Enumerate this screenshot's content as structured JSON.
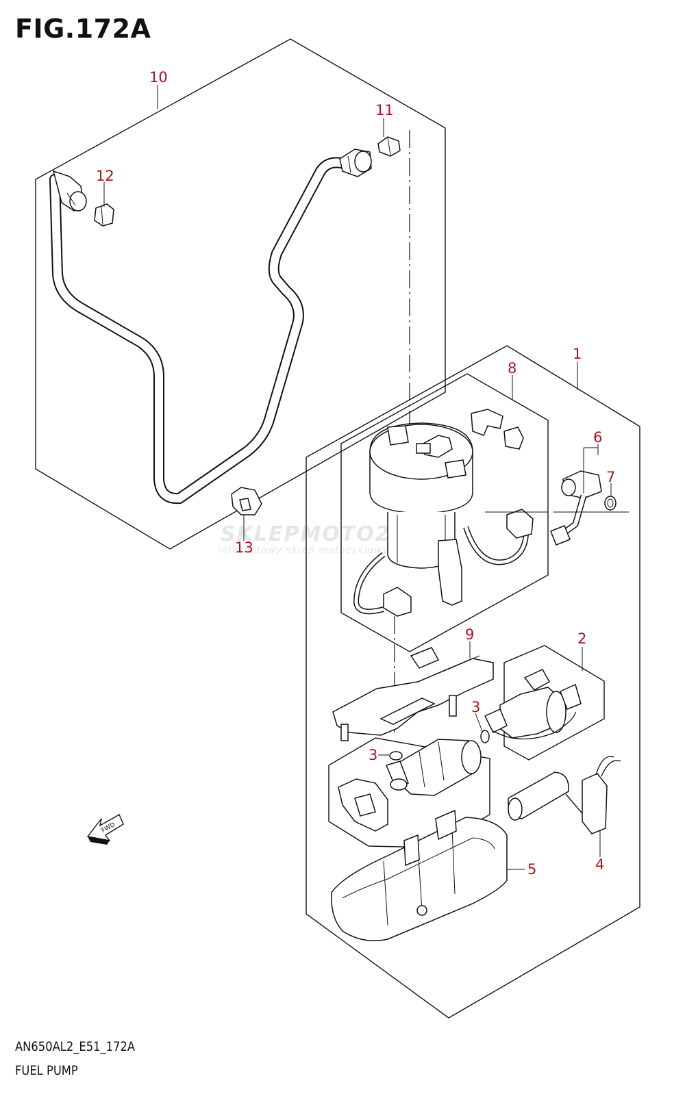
{
  "figure": {
    "title": "FIG.172A",
    "code": "AN650AL2_E51_172A",
    "name": "FUEL PUMP"
  },
  "callouts": [
    "1",
    "2",
    "3",
    "3",
    "4",
    "5",
    "6",
    "7",
    "8",
    "9",
    "10",
    "11",
    "12",
    "13"
  ],
  "watermark": {
    "brand": "SKLEPMOTO24.PL",
    "tagline": "internetowy sklep motocyklowy"
  },
  "fwd_label": "FWD",
  "colors": {
    "callout": "#a8141b",
    "line": "#111111",
    "background": "#ffffff"
  }
}
